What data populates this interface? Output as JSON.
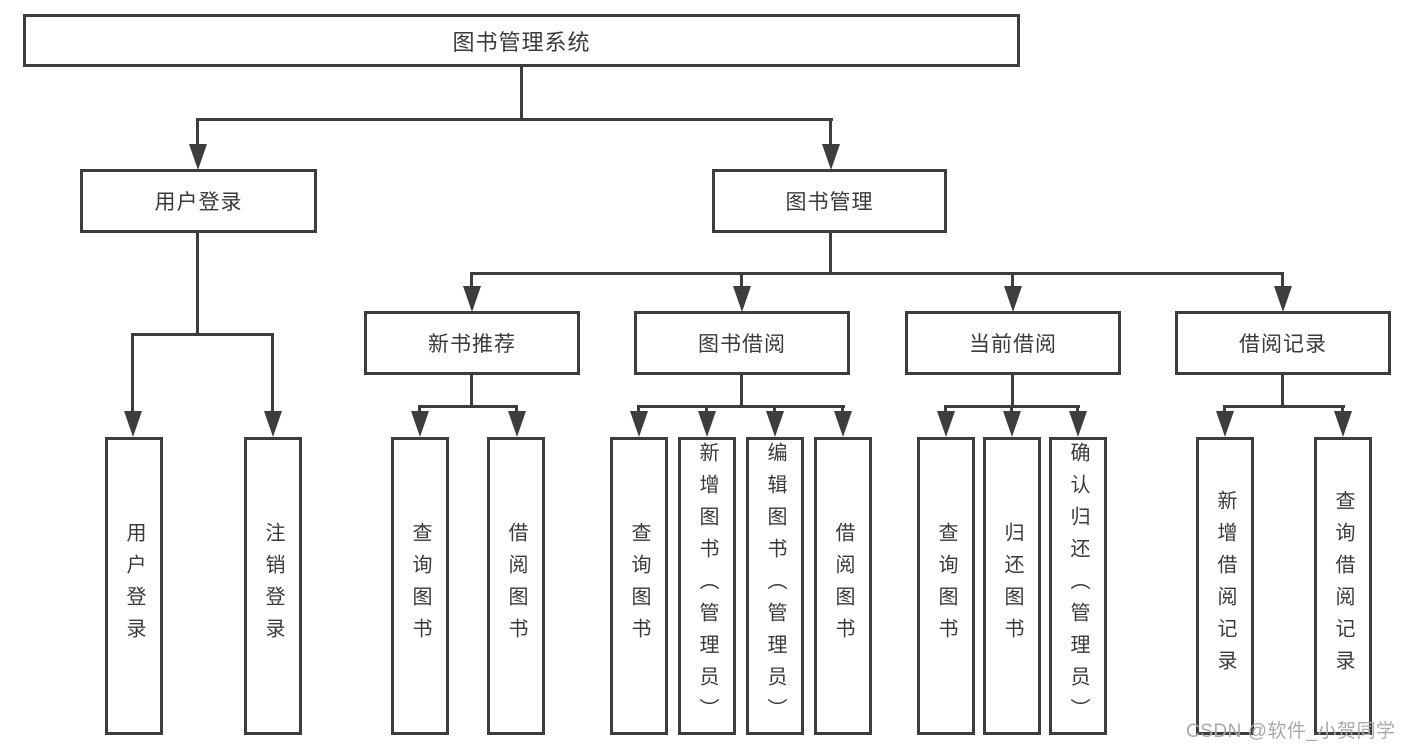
{
  "tree": {
    "label": "图书管理系统",
    "children": [
      {
        "label": "用户登录",
        "children": [
          {
            "label": "用户登录"
          },
          {
            "label": "注销登录"
          }
        ]
      },
      {
        "label": "图书管理",
        "children": [
          {
            "label": "新书推荐",
            "children": [
              {
                "label": "查询图书"
              },
              {
                "label": "借阅图书"
              }
            ]
          },
          {
            "label": "图书借阅",
            "children": [
              {
                "label": "查询图书"
              },
              {
                "label": "新增图书（管理员）"
              },
              {
                "label": "编辑图书（管理员）"
              },
              {
                "label": "借阅图书"
              }
            ]
          },
          {
            "label": "当前借阅",
            "children": [
              {
                "label": "查询图书"
              },
              {
                "label": "归还图书"
              },
              {
                "label": "确认归还（管理员）"
              }
            ]
          },
          {
            "label": "借阅记录",
            "children": [
              {
                "label": "新增借阅记录"
              },
              {
                "label": "查询借阅记录"
              }
            ]
          }
        ]
      }
    ]
  },
  "watermark": "CSDN @软件_小贺同学",
  "colors": {
    "line": "#3d3d3f",
    "text": "#3a3a3c",
    "background": "#ffffff",
    "watermark": "#a9a9a9"
  }
}
